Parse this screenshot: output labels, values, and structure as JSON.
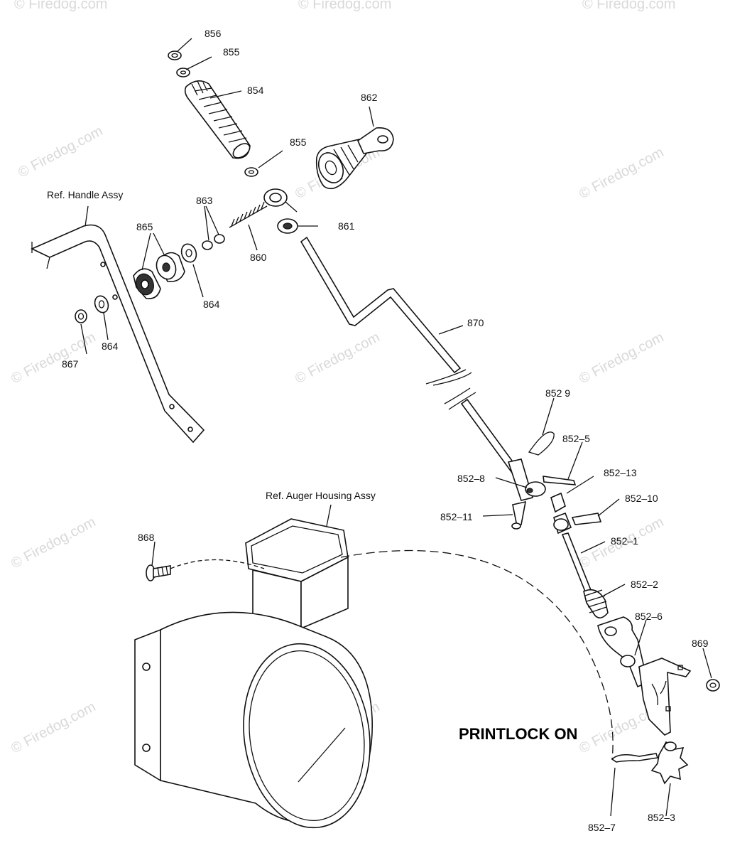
{
  "watermark": "© Firedog.com",
  "refs": {
    "handle": "Ref. Handle Assy",
    "auger": "Ref. Auger Housing Assy"
  },
  "printlock": "PRINTLOCK ON",
  "labels": {
    "p856": "856",
    "p855a": "855",
    "p854": "854",
    "p855b": "855",
    "p862": "862",
    "p863": "863",
    "p865": "865",
    "p861": "861",
    "p860": "860",
    "p864a": "864",
    "p864b": "864",
    "p867": "867",
    "p870": "870",
    "p852_9": "852 9",
    "p852_5": "852–5",
    "p852_13": "852–13",
    "p852_8": "852–8",
    "p852_10": "852–10",
    "p852_11": "852–11",
    "p868": "868",
    "p852_1": "852–1",
    "p852_2": "852–2",
    "p852_6": "852–6",
    "p869": "869",
    "p852_7": "852–7",
    "p852_3": "852–3"
  }
}
